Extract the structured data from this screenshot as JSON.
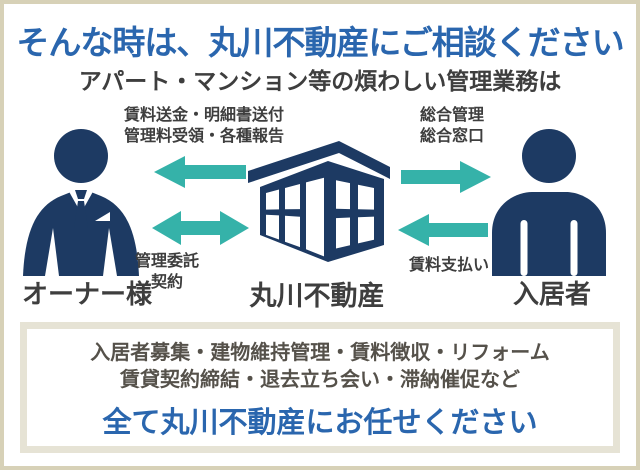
{
  "header": {
    "title": "そんな時は、丸川不動産にご相談ください",
    "subtitle": "アパート・マンション等の煩わしい管理業務は"
  },
  "diagram": {
    "owner": {
      "name": "オーナー様",
      "icon": "businessman-icon"
    },
    "company": {
      "name": "丸川不動産",
      "icon": "office-building-icon"
    },
    "tenant": {
      "name": "入居者",
      "icon": "person-icon"
    },
    "flows": {
      "company_to_owner_line1": "賃料送金・明細書送付",
      "company_to_owner_line2": "管理料受領・各種報告",
      "company_to_owner_direction": "left",
      "owner_company_contract_line1": "管理委託",
      "owner_company_contract_line2": "契約",
      "owner_company_contract_direction": "both",
      "company_to_tenant_line1": "総合管理",
      "company_to_tenant_line2": "総合窓口",
      "company_to_tenant_direction": "right",
      "tenant_to_company_label": "賃料支払い",
      "tenant_to_company_direction": "left"
    }
  },
  "footer_box": {
    "services_line1": "入居者募集・建物維持管理・賃料徴収・リフォーム",
    "services_line2": "賃貸契約締結・退去立ち会い・滞納催促など",
    "cta": "全て丸川不動産にお任せください"
  },
  "colors": {
    "accent_blue": "#2a66ae",
    "navy": "#1d3a63",
    "teal": "#35b2a9",
    "text_dark": "#3e3e3e",
    "services_text": "#55514a",
    "box_border": "#e6e3d5",
    "page_border": "#d7d1b7"
  }
}
